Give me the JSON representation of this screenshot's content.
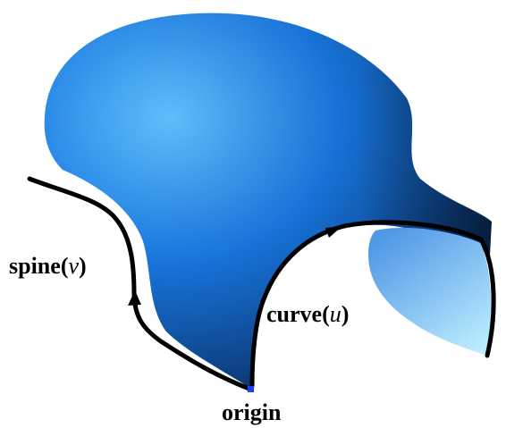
{
  "labels": {
    "spine": {
      "name": "spine",
      "open": "(",
      "param": "v",
      "close": ")"
    },
    "curve": {
      "name": "curve",
      "open": "(",
      "param": "u",
      "close": ")"
    },
    "origin": {
      "text": "origin"
    }
  },
  "colors": {
    "surface_light": "#5fc2ff",
    "surface_mid": "#1877e0",
    "surface_dark": "#07285a",
    "inner_face_light": "#bfeeff",
    "inner_face_dark": "#4f98e6",
    "line": "#000000",
    "origin_marker": "#1f3dff",
    "background": "#ffffff"
  }
}
